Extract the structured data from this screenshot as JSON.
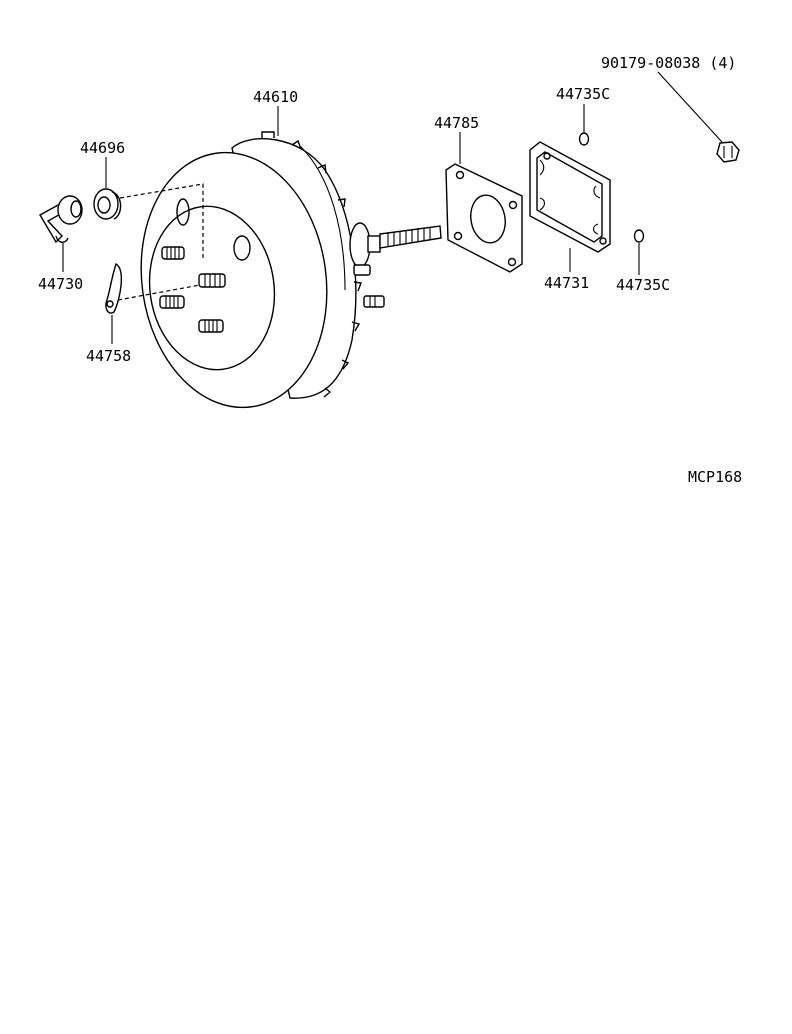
{
  "diagram": {
    "labels": {
      "p44610": "44610",
      "p44696": "44696",
      "p44730": "44730",
      "p44758": "44758",
      "p44785": "44785",
      "p44731": "44731",
      "p44735c_top": "44735C",
      "p44735c_right": "44735C",
      "p90179": "90179-08038 (4)"
    },
    "code": "MCP168"
  }
}
